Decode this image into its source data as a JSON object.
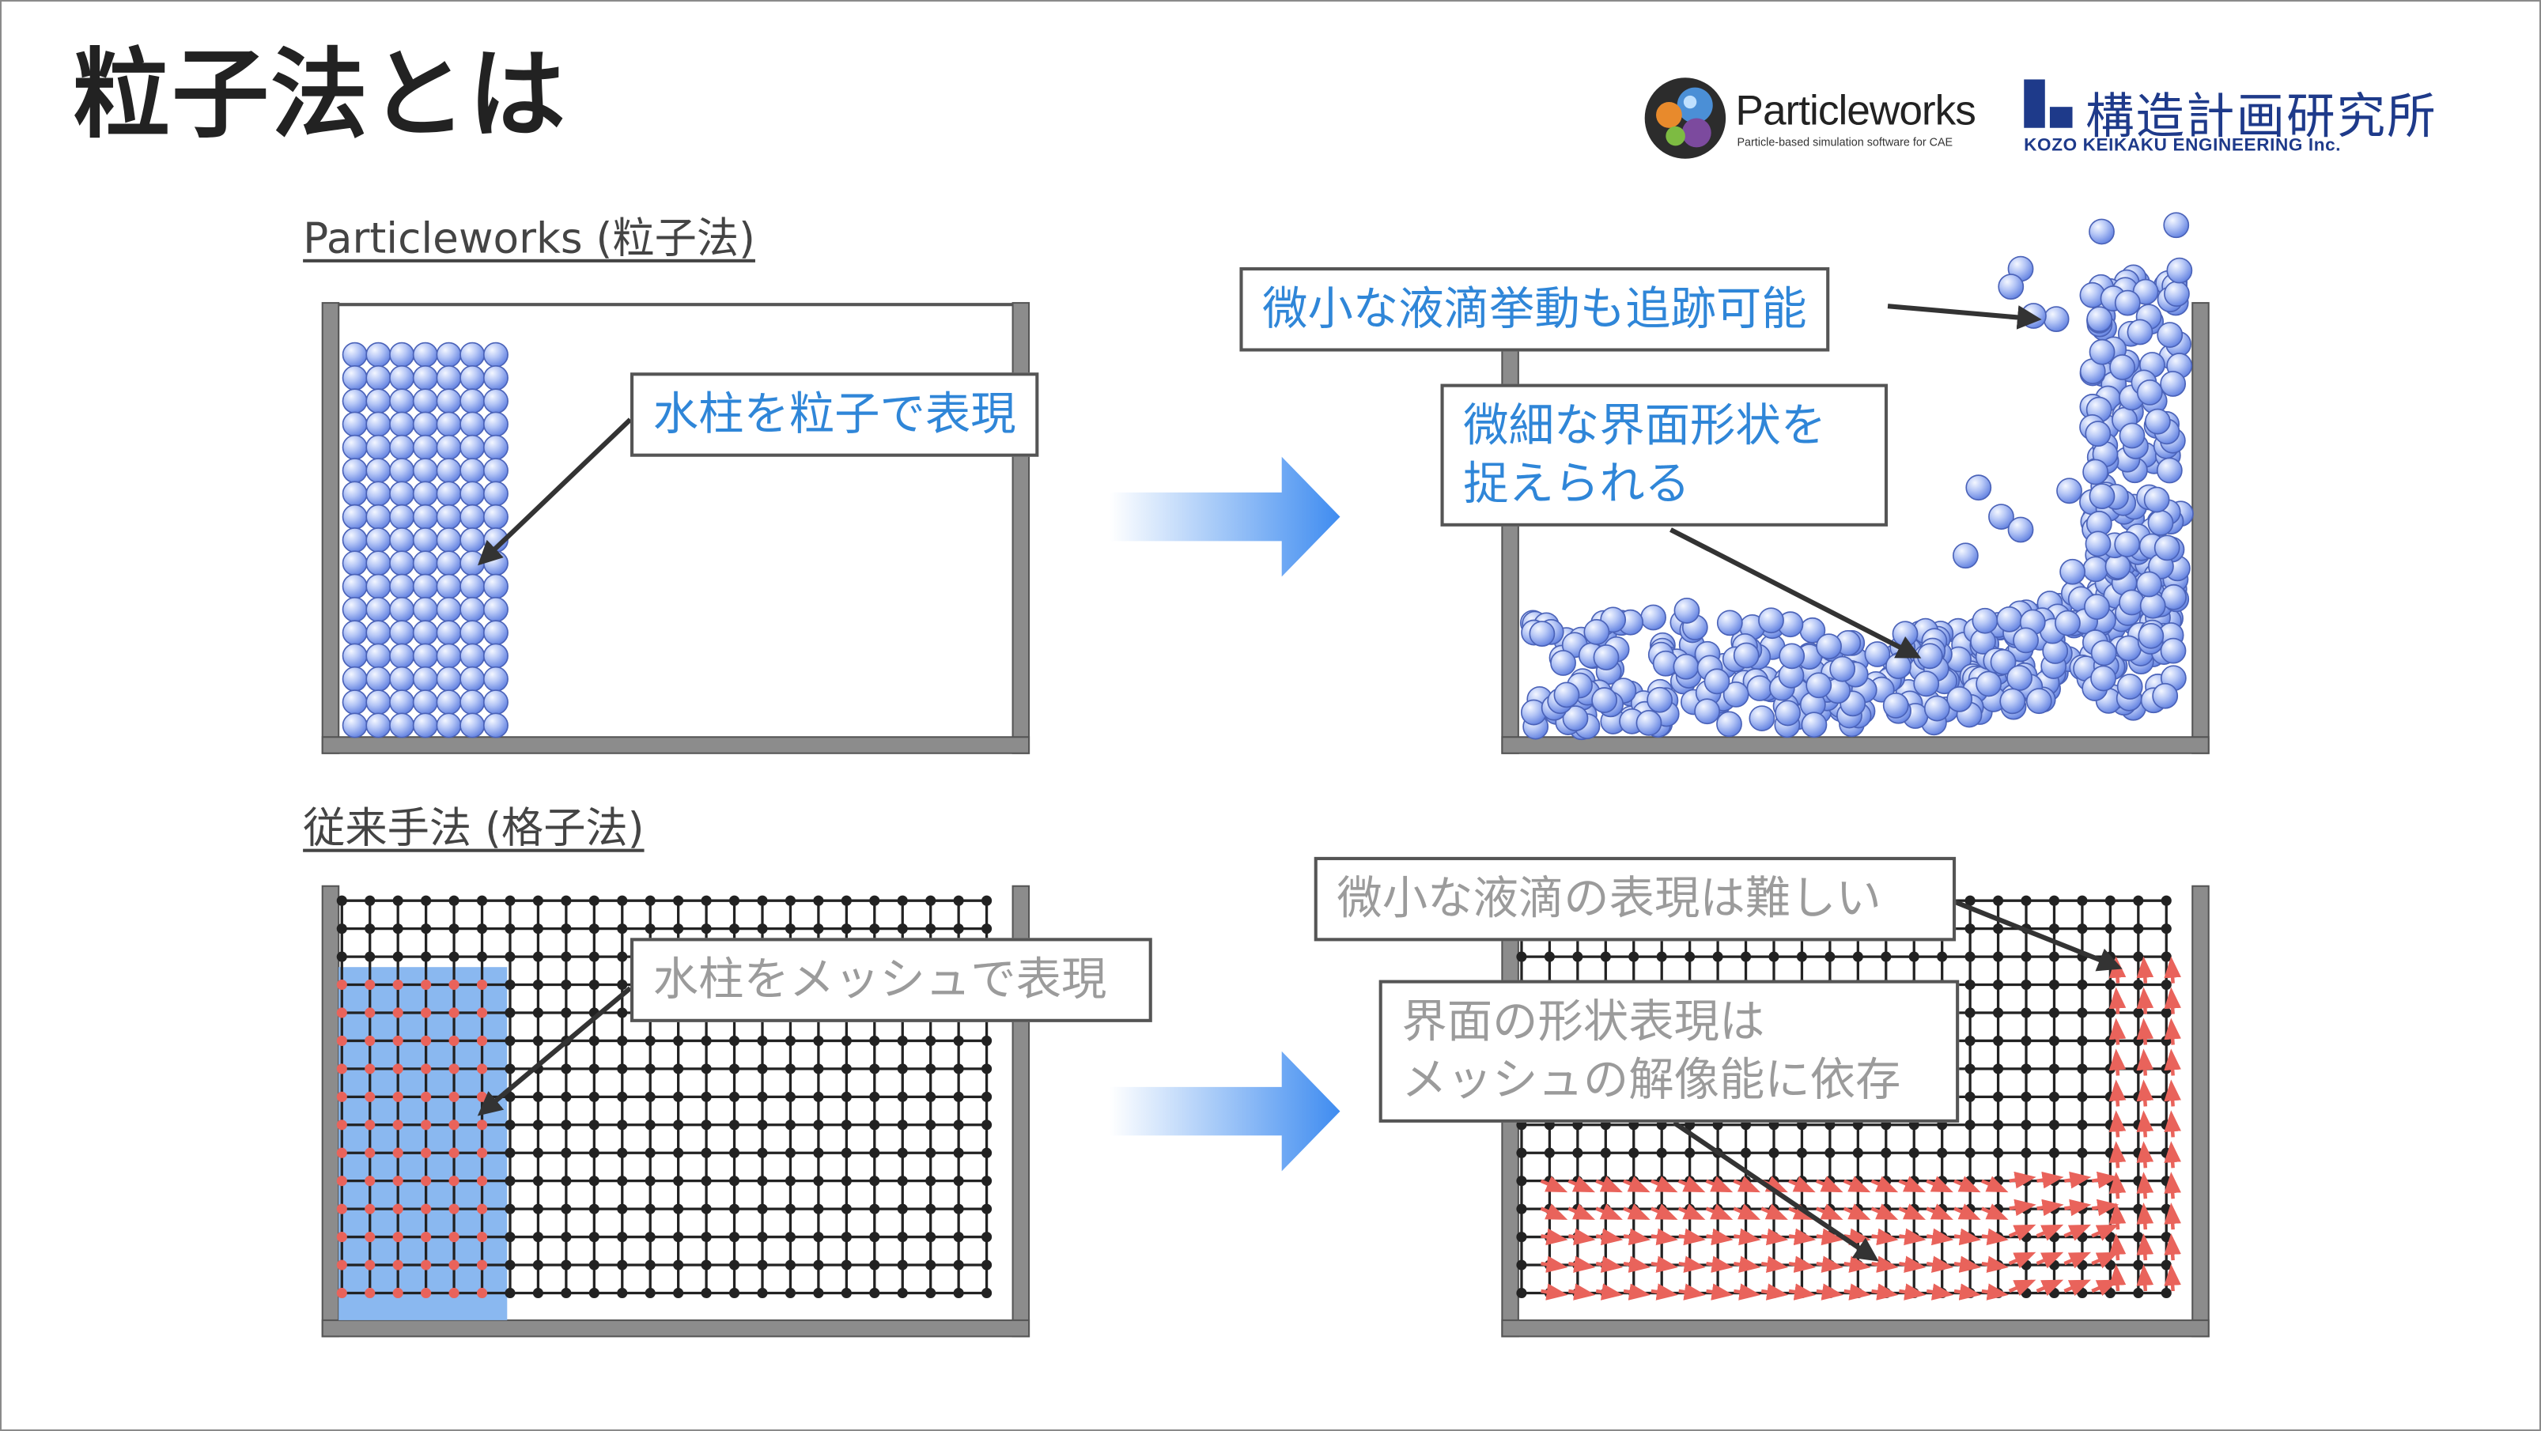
{
  "title": "粒子法とは",
  "logos": {
    "particleworks_name": "Particleworks",
    "particleworks_sub": "Particle-based simulation software for CAE",
    "kozo_jp": "構造計画研究所",
    "kozo_en": "KOZO KEIKAKU ENGINEERING Inc."
  },
  "sections": {
    "particle": "Particleworks (粒子法)",
    "grid": "従来手法 (格子法)"
  },
  "callouts": {
    "water_particles": "水柱を粒子で表現",
    "droplet_tracking": "微小な液滴挙動も追跡可能",
    "fine_interface_line1": "微細な界面形状を",
    "fine_interface_line2": "捉えられる",
    "water_mesh": "水柱をメッシュで表現",
    "droplet_difficult": "微小な液滴の表現は難しい",
    "interface_mesh_line1": "界面の形状表現は",
    "interface_mesh_line2": "メッシュの解像能に依存"
  },
  "colors": {
    "callout_blue": "#2f86d8",
    "callout_gray": "#9b9b9b",
    "water_fill": "#8ab8f0",
    "grid_node_red": "#e9635b",
    "particle": "#8da7ee",
    "tank_wall": "#8c8c8c"
  }
}
